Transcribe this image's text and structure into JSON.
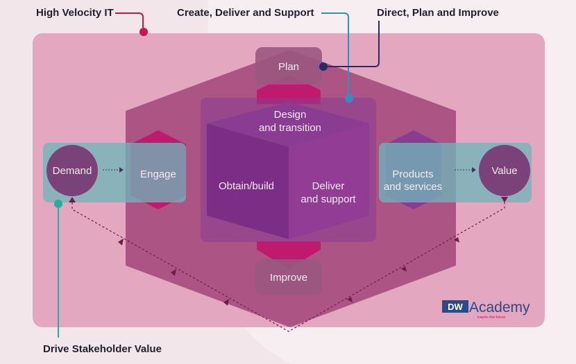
{
  "callouts": {
    "high_velocity_it": "High Velocity IT",
    "create_deliver_support": "Create, Deliver and Support",
    "direct_plan_improve": "Direct, Plan and Improve",
    "drive_stakeholder_value": "Drive Stakeholder Value"
  },
  "nodes": {
    "plan": "Plan",
    "improve": "Improve",
    "engage": "Engage",
    "demand": "Demand",
    "value": "Value",
    "design_line1": "Design",
    "design_line2": "and transition",
    "obtain_build": "Obtain/build",
    "deliver_line1": "Deliver",
    "deliver_line2": "and support",
    "products_line1": "Products",
    "products_line2": "and services"
  },
  "logo": {
    "brand": "DW",
    "name": "Academy",
    "tagline": "inspire the future"
  },
  "colors": {
    "panel": "#e3a8bf",
    "hexagon": "#9c3d74",
    "cube": "#8a3c92",
    "magenta": "#c01a6e",
    "teal_band": "#6fb5b8",
    "circle": "#7a4278",
    "pill": "#9a587f",
    "red_line": "#c8174f",
    "blue_line": "#2d8fc8",
    "navy_line": "#2a2a66",
    "teal_line": "#1fb0a4",
    "arrow": "#6e1a4e"
  }
}
